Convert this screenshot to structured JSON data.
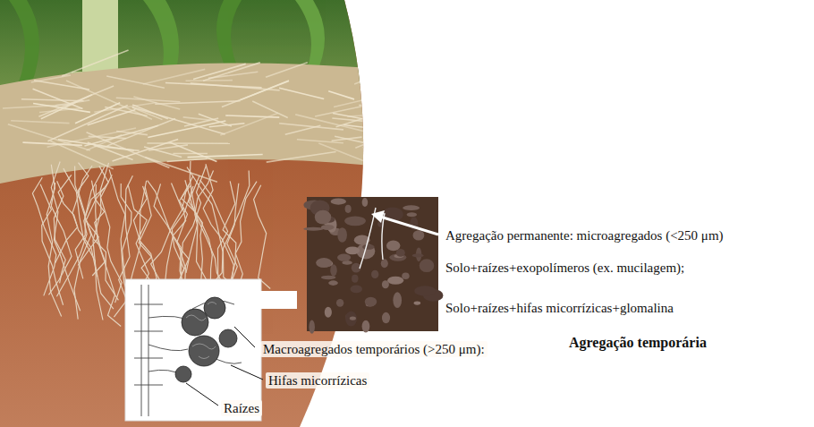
{
  "diagram": {
    "labels": [
      "Agregação permanente: microagregados (<250 μm)",
      "Solo+raízes+exopolímeros (ex. mucilagem);",
      "Solo+raízes+hifas micorrízicas+glomalina",
      "Macroagregados temporários (>250 μm):",
      "Agregação temporária",
      "Hifas micorrízicas",
      "Raízes"
    ]
  }
}
